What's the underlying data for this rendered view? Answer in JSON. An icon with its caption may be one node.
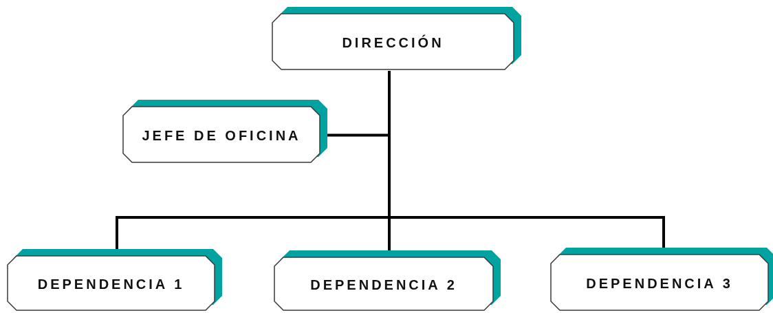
{
  "diagram": {
    "nodes": [
      {
        "text": [
          "DIRECCIÓN"
        ]
      },
      {
        "text": [
          "JEFE DE OFICINA"
        ]
      },
      {
        "text": [
          "DEPENDENCIA 1"
        ]
      },
      {
        "text": [
          "DEPENDENCIA 2"
        ]
      },
      {
        "text": [
          "DEPENDENCIA 3"
        ]
      }
    ],
    "edges": [
      {
        "from": 0,
        "to": 1,
        "arrow": "none"
      },
      {
        "from": 0,
        "to": 2,
        "arrow": "none"
      },
      {
        "from": 0,
        "to": 3,
        "arrow": "none"
      },
      {
        "from": 0,
        "to": 4,
        "arrow": "none"
      }
    ]
  }
}
